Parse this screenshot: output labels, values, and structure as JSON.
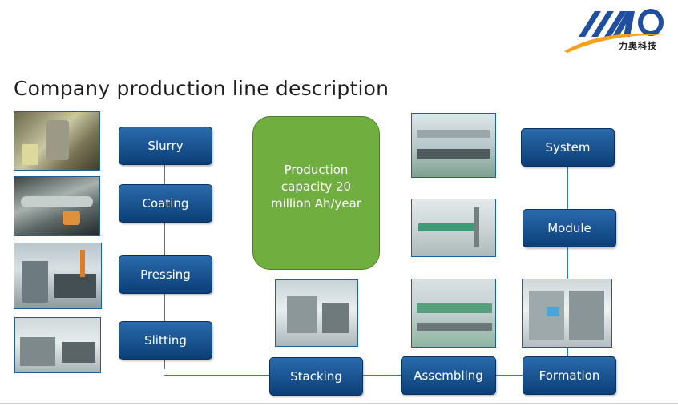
{
  "title": "Company production line description",
  "logo": {
    "chinese_text": "力奥科技",
    "colors": {
      "blue": "#1f4f9e",
      "orange": "#f4a21c"
    }
  },
  "capacity": {
    "text": "Production capacity 20 million Ah/year",
    "color": "#6fae3f"
  },
  "steps": {
    "slurry": "Slurry",
    "coating": "Coating",
    "pressing": "Pressing",
    "slitting": "Slitting",
    "stacking": "Stacking",
    "assembling": "Assembling",
    "formation": "Formation",
    "module": "Module",
    "system": "System"
  },
  "colors": {
    "step_box": "#1a5896",
    "connector": "#2c7fb8"
  }
}
